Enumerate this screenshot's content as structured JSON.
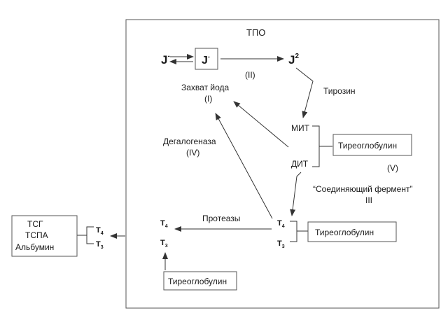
{
  "colors": {
    "line": "#333333",
    "box_border": "#555555",
    "text": "#1a1a1a",
    "background": "#ffffff"
  },
  "labels": {
    "tpo": "ТПО",
    "iodide_left_base": "J",
    "iodide_left_sup": "-",
    "iodide_box_base": "J",
    "iodide_box_sup": "-",
    "iodine_right_base": "J",
    "iodine_right_sup": "2",
    "step2": "(II)",
    "capture": "Захват йода",
    "capture_num": "(I)",
    "tyrosine": "Тирозин",
    "mit": "МИТ",
    "dit": "ДИТ",
    "tg_upper": "Тиреоглобулин",
    "step5": "(V)",
    "dehalogenase": "Дегалогеназа",
    "dehalogenase_num": "(IV)",
    "coupling_enzyme": "“Соединяющий фермент”",
    "coupling_num": "III",
    "proteases": "Протеазы",
    "t4_base": "T",
    "t4_sub": "4",
    "t3_base": "T",
    "t3_sub": "3",
    "tg_middle": "Тиреоглобулин",
    "tg_bottom": "Тиреоглобулин",
    "carrier_1": "ТСГ",
    "carrier_2": "ТСПА",
    "carrier_3": "Альбумин"
  }
}
